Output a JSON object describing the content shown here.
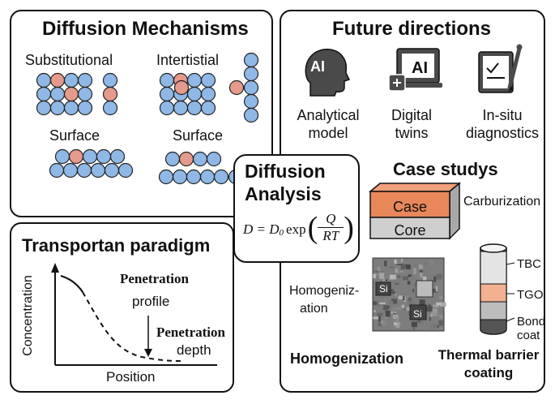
{
  "mechanisms": {
    "title": "Diffusion Mechanisms",
    "substitutional": "Substitutional",
    "interstitial": "Intertistial",
    "surface_left": "Surface",
    "surface_right": "Surface"
  },
  "center": {
    "title_line1": "Diffusion",
    "title_line2": "Analysis",
    "eq_lhs": "D = D",
    "eq_sub": "0",
    "eq_exp": "exp",
    "eq_num": "Q",
    "eq_den": "RT"
  },
  "transport": {
    "title": "Transportan paradigm",
    "ylabel": "Concentration",
    "xlabel": "Position",
    "penetration_label": "Penetration",
    "profile_label": "profile",
    "penetration_label2": "Penetration",
    "depth_label": "depth"
  },
  "future": {
    "title": "Future directions",
    "items": [
      {
        "line1": "Analytical",
        "line2": "model",
        "badge": "AI"
      },
      {
        "line1": "Digital",
        "line2": "twins",
        "badge": "AI"
      },
      {
        "line1": "In-situ",
        "line2": "diagnostics"
      }
    ]
  },
  "case_studies": {
    "title": "Case studys",
    "case_label": "Case",
    "core_label": "Core",
    "carburization": "Carburization",
    "homog_line1": "Homogeniz-",
    "homog_line2": "ation",
    "si1": "Si",
    "si2": "Si",
    "homogenization": "Homogenization",
    "tbc": "TBC",
    "tgo": "TGO",
    "bond1": "Bond",
    "bond2": "coat",
    "thermal1": "Thermal barrier",
    "thermal2": "coating"
  },
  "colors": {
    "atom_blue": "#8fb8e6",
    "atom_pink": "#e59a8c",
    "case_orange": "#e8875a",
    "core_gray": "#cfcfcf",
    "tgo_orange": "#f2b191"
  }
}
